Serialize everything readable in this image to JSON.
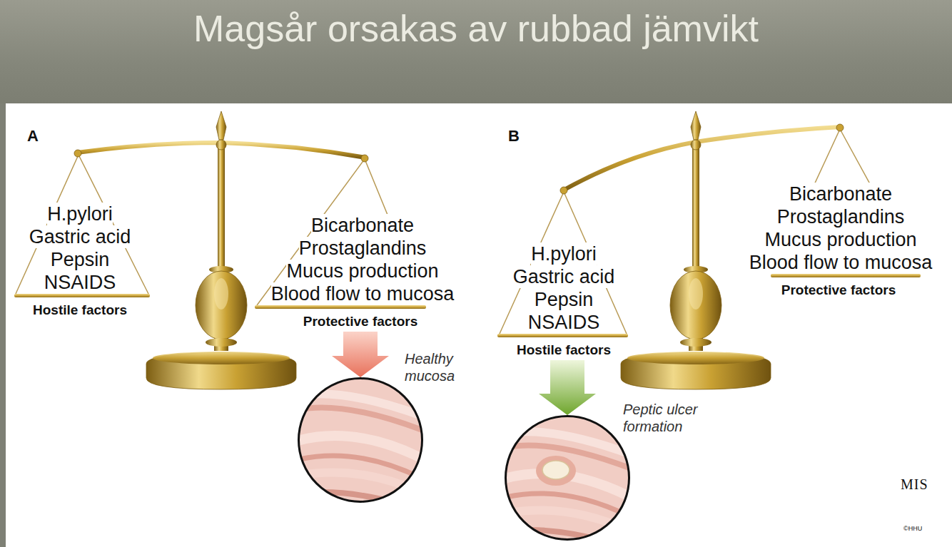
{
  "diagram": {
    "title": "Magsår orsakas av rubbad jämvikt",
    "nodes": [
      {
        "text": [
          "H.pylori",
          "Gastric acid",
          "Pepsin",
          "NSAIDS",
          "Hostile factors"
        ]
      },
      {
        "text": [
          "Bicarbonate",
          "Prostaglandins",
          "Mucus production",
          "Blood flow to mucosa",
          "Protective factors"
        ]
      },
      {
        "text": [
          "Healthy mucosa"
        ]
      },
      {
        "text": [
          "H.pylori",
          "Gastric acid",
          "Pepsin",
          "NSAIDS",
          "Hostile factors"
        ]
      },
      {
        "text": [
          "Bicarbonate",
          "Prostaglandins",
          "Mucus production",
          "Blood flow to mucosa",
          "Protective factors"
        ]
      },
      {
        "text": [
          "Peptic ulcer formation"
        ]
      }
    ],
    "edges": [
      {
        "from": 1,
        "to": 2,
        "arrow": "to"
      },
      {
        "from": 3,
        "to": 5,
        "arrow": "to"
      }
    ],
    "labels": [
      "A",
      "B",
      "MIS",
      "©HHU"
    ]
  }
}
